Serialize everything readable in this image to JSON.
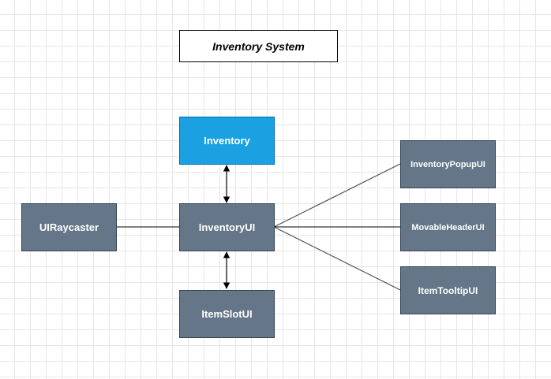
{
  "diagram": {
    "title": "Inventory System",
    "nodes": [
      {
        "id": "inventory",
        "label": "Inventory"
      },
      {
        "id": "inventory-ui",
        "label": "InventoryUI"
      },
      {
        "id": "ui-raycaster",
        "label": "UIRaycaster"
      },
      {
        "id": "item-slot-ui",
        "label": "ItemSlotUI"
      },
      {
        "id": "inventory-popup-ui",
        "label": "InventoryPopupUI"
      },
      {
        "id": "movable-header-ui",
        "label": "MovableHeaderUI"
      },
      {
        "id": "item-tooltip-ui",
        "label": "ItemTooltipUI"
      }
    ],
    "edges": [
      {
        "from": "inventory-ui",
        "to": "inventory",
        "arrows": "both"
      },
      {
        "from": "inventory-ui",
        "to": "item-slot-ui",
        "arrows": "both"
      },
      {
        "from": "ui-raycaster",
        "to": "inventory-ui",
        "arrows": "none"
      },
      {
        "from": "inventory-ui",
        "to": "inventory-popup-ui",
        "arrows": "none"
      },
      {
        "from": "inventory-ui",
        "to": "movable-header-ui",
        "arrows": "none"
      },
      {
        "from": "inventory-ui",
        "to": "item-tooltip-ui",
        "arrows": "none"
      }
    ],
    "colors": {
      "node_fill": "#647687",
      "node_stroke": "#314354",
      "highlight_fill": "#1ba1e2",
      "highlight_stroke": "#006eaf",
      "edge": "#4d4d4d",
      "grid": "#e6e6e6"
    }
  }
}
